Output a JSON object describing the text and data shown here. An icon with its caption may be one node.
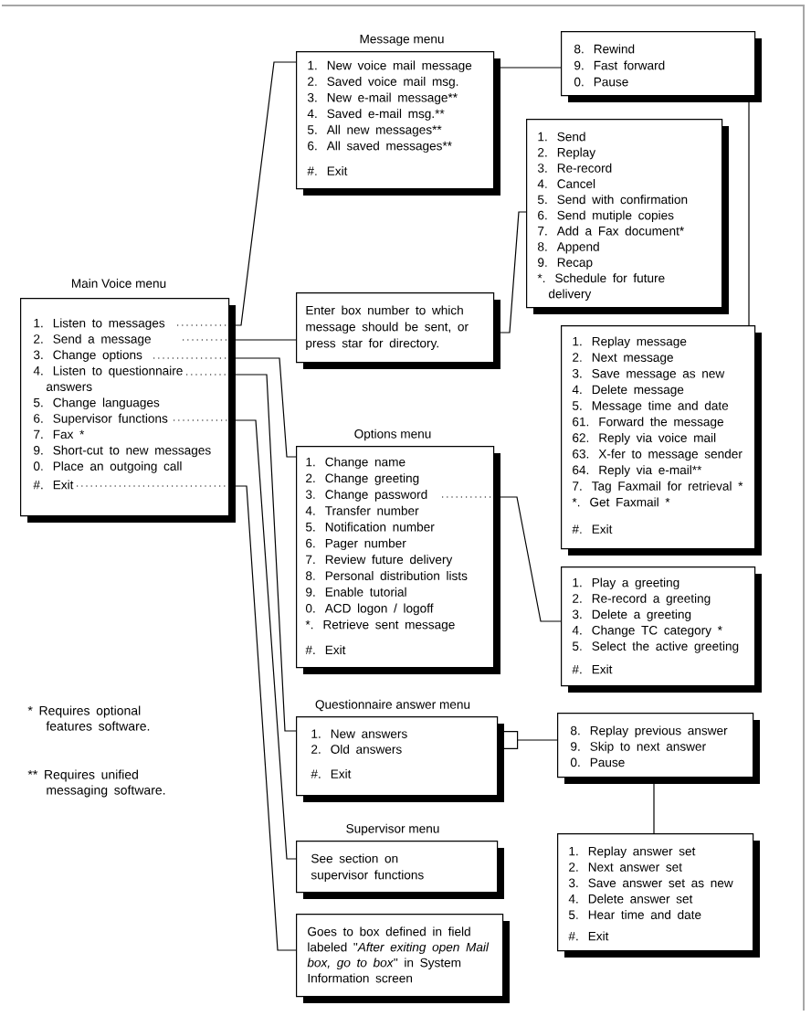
{
  "diagram": {
    "nodes": [
      {
        "text": [
          "Main Voice menu",
          "1. Listen to messages",
          "2. Send a message",
          "3. Change options",
          "4. Listen to questionnaire answers",
          "5. Change languages",
          "6. Supervisor functions",
          "7. Fax *",
          "9. Short-cut to new messages",
          "0. Place an outgoing call",
          "#. Exit"
        ]
      },
      {
        "text": [
          "Message menu",
          "1. New voice mail message",
          "2. Saved voice mail msg.",
          "3. New e-mail message**",
          "4. Saved e-mail msg.**",
          "5. All new messages**",
          "6. All saved messages**",
          "#. Exit"
        ]
      },
      {
        "text": [
          "8. Rewind",
          "9. Fast forward",
          "0. Pause"
        ]
      },
      {
        "text": [
          "1. Send",
          "2. Replay",
          "3. Re-record",
          "4. Cancel",
          "5. Send with confirmation",
          "6. Send mutiple copies",
          "7. Add a Fax document*",
          "8. Append",
          "9. Recap",
          "*. Schedule for future delivery"
        ]
      },
      {
        "text": [
          "Enter box number to which message should be sent, or press star for directory."
        ]
      },
      {
        "text": [
          "1. Replay message",
          "2. Next message",
          "3. Save message as new",
          "4. Delete message",
          "5. Message time and date",
          "61. Forward the message",
          "62. Reply via voice mail",
          "63. X-fer to message sender",
          "64. Reply via e-mail**",
          "7. Tag Faxmail for retrieval *",
          "*. Get Faxmail *",
          "#. Exit"
        ]
      },
      {
        "text": [
          "Options menu",
          "1. Change name",
          "2. Change greeting",
          "3. Change password",
          "4. Transfer number",
          "5. Notification number",
          "6. Pager number",
          "7. Review future delivery",
          "8. Personal distribution lists",
          "9. Enable tutorial",
          "0. ACD logon / logoff",
          "*. Retrieve sent message",
          "#. Exit"
        ]
      },
      {
        "text": [
          "1. Play a greeting",
          "2. Re-record a greeting",
          "3. Delete a greeting",
          "4. Change TC category *",
          "5. Select the active greeting",
          "#. Exit"
        ]
      },
      {
        "text": [
          "Questionnaire answer menu",
          "1. New answers",
          "2. Old answers",
          "#. Exit"
        ]
      },
      {
        "text": [
          "8. Replay previous answer",
          "9. Skip to next answer",
          "0. Pause"
        ]
      },
      {
        "text": [
          "1. Replay answer set",
          "2. Next answer set",
          "3. Save answer set as new",
          "4. Delete answer set",
          "5. Hear time and date",
          "#. Exit"
        ]
      },
      {
        "text": [
          "Supervisor menu",
          "See section on supervisor functions"
        ]
      },
      {
        "text": [
          "Goes to box defined in field labeled \"*After exiting open Mail box, go to box*\" in System Information screen"
        ]
      }
    ],
    "edges": [
      {
        "from": 0,
        "to": 1,
        "arrow": "none"
      },
      {
        "from": 0,
        "to": 4,
        "arrow": "none"
      },
      {
        "from": 0,
        "to": 6,
        "arrow": "none"
      },
      {
        "from": 0,
        "to": 8,
        "arrow": "none"
      },
      {
        "from": 0,
        "to": 11,
        "arrow": "none"
      },
      {
        "from": 0,
        "to": 12,
        "arrow": "none"
      },
      {
        "from": 1,
        "to": 2,
        "arrow": "none"
      },
      {
        "from": 2,
        "to": 5,
        "arrow": "none"
      },
      {
        "from": 4,
        "to": 3,
        "arrow": "none"
      },
      {
        "from": 6,
        "to": 7,
        "arrow": "none"
      },
      {
        "from": 8,
        "to": 9,
        "arrow": "other"
      },
      {
        "from": 9,
        "to": 10,
        "arrow": "none"
      }
    ],
    "labels": [
      "* Requires optional features software.",
      "** Requires unified messaging software."
    ]
  }
}
